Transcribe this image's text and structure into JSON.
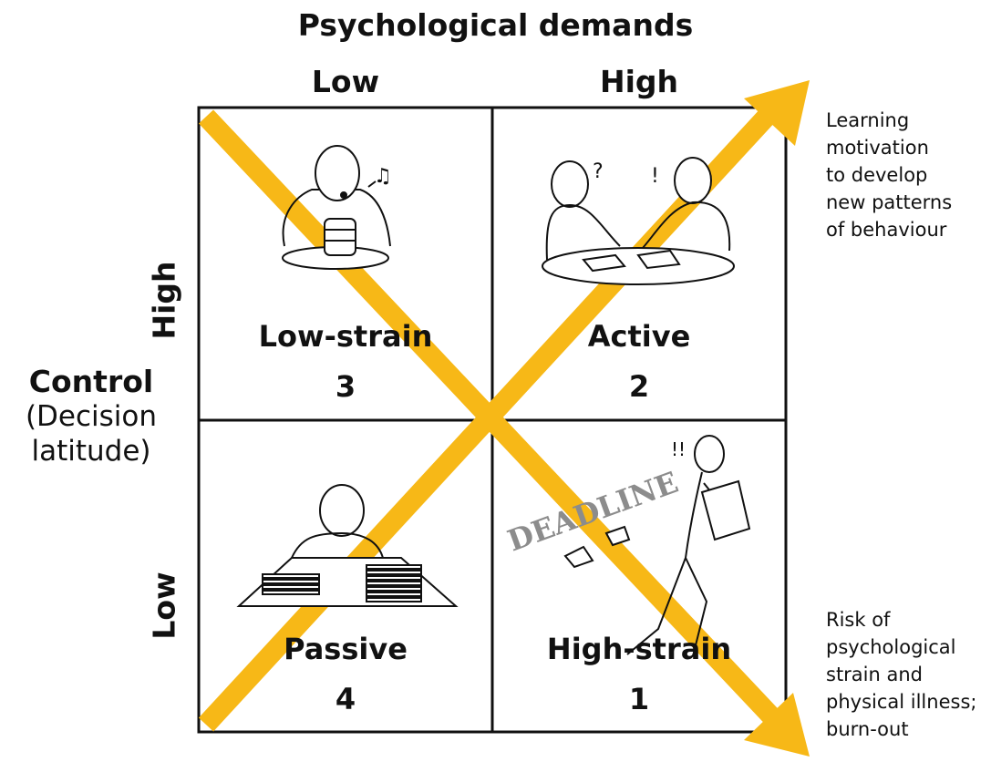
{
  "title": "Psychological demands",
  "columns": {
    "low": "Low",
    "high": "High"
  },
  "rows": {
    "high": "High",
    "low": "Low"
  },
  "control": {
    "line1": "Control",
    "line2": "(Decision",
    "line3": "latitude)"
  },
  "quadrants": {
    "top_left": {
      "name": "Low-strain",
      "number": "3"
    },
    "top_right": {
      "name": "Active",
      "number": "2"
    },
    "bottom_left": {
      "name": "Passive",
      "number": "4"
    },
    "bottom_right": {
      "name": "High-strain",
      "number": "1"
    }
  },
  "upper_note": [
    "Learning",
    "motivation",
    "to develop",
    "new patterns",
    "of behaviour"
  ],
  "lower_note": [
    "Risk of",
    "psychological",
    "strain and",
    "physical illness;",
    "burn-out"
  ],
  "deadline_text": "DEADLINE",
  "colors": {
    "arrow": "#f7b817",
    "grid": "#111111"
  }
}
